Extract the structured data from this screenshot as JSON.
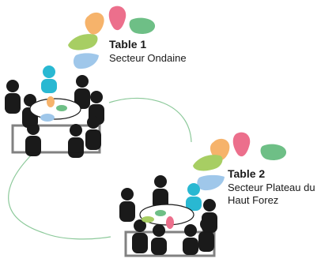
{
  "tables": [
    {
      "title": "Table 1",
      "subtitle_lines": [
        "Secteur Ondaine"
      ]
    },
    {
      "title": "Table 2",
      "subtitle_lines": [
        "Secteur Plateau du",
        "Haut Forez"
      ]
    }
  ],
  "colors": {
    "person": "#1a1a1a",
    "highlight_person": "#29b8d2",
    "connector": "#8cc99a",
    "petals": [
      "#f6b36b",
      "#ec6f8c",
      "#6ebf86",
      "#a7ce63",
      "#9fc7ea"
    ]
  }
}
